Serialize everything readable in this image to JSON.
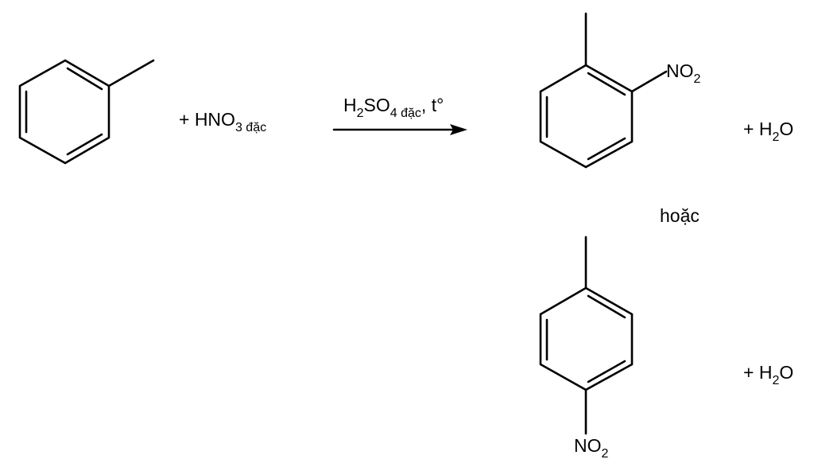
{
  "reactant": {
    "plus": "+ HNO",
    "sub": "3",
    "cond": " đặc"
  },
  "arrow": {
    "h": "H",
    "h_sub": "2",
    "so": "SO",
    "so_sub": "4",
    "cond": " đặc",
    "temp": ", t°"
  },
  "product1": {
    "no": "NO",
    "no_sub": "2",
    "water_plus": "+ H",
    "water_sub": "2",
    "water_o": "O"
  },
  "or_label": "hoặc",
  "product2": {
    "no": "NO",
    "no_sub": "2",
    "water_plus": "+ H",
    "water_sub": "2",
    "water_o": "O"
  }
}
